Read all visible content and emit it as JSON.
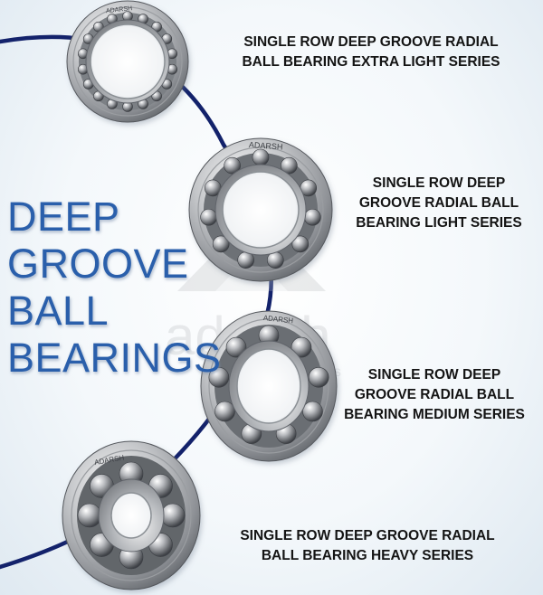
{
  "headline": [
    "DEEP",
    "GROOVE",
    "BALL",
    "BEARINGS"
  ],
  "brand": "ADARSH",
  "watermark": {
    "text": "adarsh",
    "tail": "es"
  },
  "colors": {
    "headline": "#2a5fab",
    "arc": "#13226b",
    "caption": "#141414"
  },
  "bearings": [
    {
      "series": "extra-light",
      "caption": [
        "SINGLE ROW DEEP GROOVE RADIAL",
        "BALL BEARING EXTRA LIGHT SERIES"
      ]
    },
    {
      "series": "light",
      "caption": [
        "SINGLE ROW DEEP",
        "GROOVE RADIAL BALL",
        "BEARING LIGHT SERIES"
      ]
    },
    {
      "series": "medium",
      "caption": [
        "SINGLE ROW DEEP",
        "GROOVE RADIAL BALL",
        "BEARING MEDIUM SERIES"
      ]
    },
    {
      "series": "heavy",
      "caption": [
        "SINGLE ROW DEEP GROOVE RADIAL",
        "BALL BEARING HEAVY SERIES"
      ]
    }
  ]
}
